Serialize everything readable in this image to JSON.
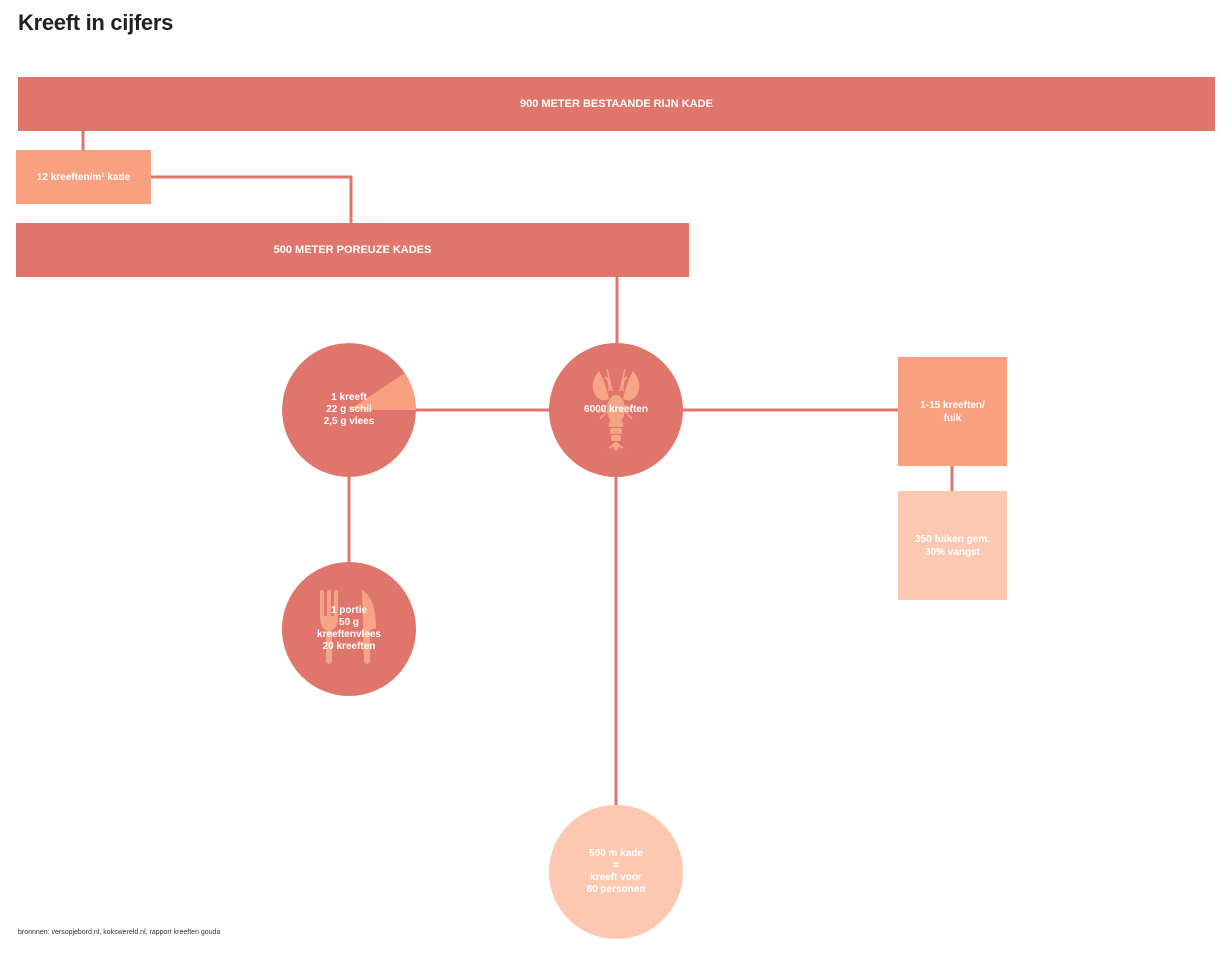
{
  "title": "Kreeft in cijfers",
  "nodes": {
    "rijn_kade": "900 METER BESTAANDE RIJN KADE",
    "per_meter": "12 kreeften/m¹ kade",
    "poreuze_kades": "500 METER POREUZE KADES",
    "kreeft_detail": [
      "1 kreeft",
      "22 g schil",
      "2,5 g vlees"
    ],
    "total": "6000 kreeften",
    "per_fuik": [
      "1-15 kreeften/",
      "fuik"
    ],
    "fuiken": [
      "350 fuiken gem.",
      "30% vangst"
    ],
    "portie": [
      "1 portie",
      "50 g",
      "kreeftenvlees",
      "20 kreeften"
    ],
    "result": [
      "500 m kade",
      "=",
      "kreeft voor",
      "80 personen"
    ]
  },
  "icons": {
    "lobster": "lobster-icon",
    "cutlery": "fork-knife-icon"
  },
  "sources": "bronnnen:  versopjebord.nl, kokswereld.nl, rapport kreeften gouda",
  "colors": {
    "dark": "#e0756c",
    "medium": "#f8a07f",
    "light": "#fcc8b2",
    "icon_fill": "#f5a585"
  }
}
